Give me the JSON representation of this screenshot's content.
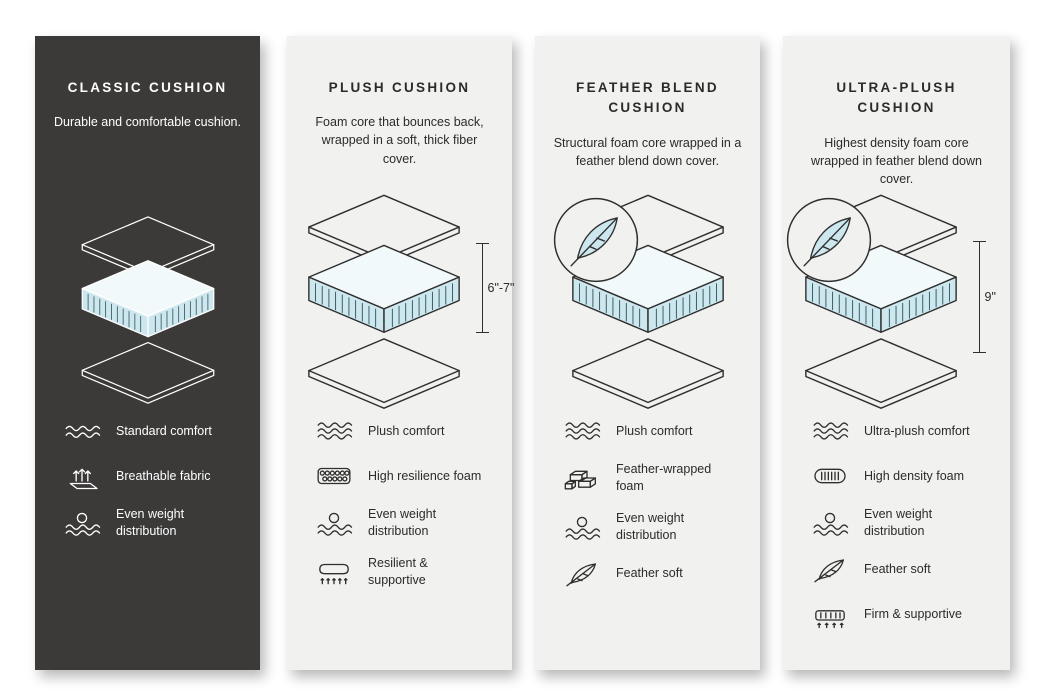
{
  "colors": {
    "dark_panel": "#3b3a39",
    "light_panel": "#f1f1ef",
    "foam_blue": "#cde7ee",
    "outline_dark": "#2f2f2f",
    "outline_light": "#ffffff"
  },
  "columns": [
    {
      "title": "CLASSIC CUSHION",
      "description": "Durable and comfortable cushion.",
      "diagram": {
        "type": "cushion-exploded-view",
        "feather_badge": false,
        "measurement": ""
      },
      "features": [
        {
          "icon": "waves-icon",
          "label": "Standard comfort"
        },
        {
          "icon": "breathable-fabric-icon",
          "label": "Breathable fabric"
        },
        {
          "icon": "even-weight-icon",
          "label": "Even weight distribution"
        }
      ]
    },
    {
      "title": "PLUSH CUSHION",
      "description": "Foam core that bounces back, wrapped in a soft, thick fiber cover.",
      "diagram": {
        "type": "cushion-exploded-view",
        "feather_badge": false,
        "measurement": "6\"-7\""
      },
      "features": [
        {
          "icon": "waves-icon",
          "label": "Plush comfort"
        },
        {
          "icon": "foam-bubbles-icon",
          "label": "High resilience foam"
        },
        {
          "icon": "even-weight-icon",
          "label": "Even weight distribution"
        },
        {
          "icon": "resilient-springs-icon",
          "label": "Resilient & supportive"
        }
      ]
    },
    {
      "title": "FEATHER BLEND CUSHION",
      "description": "Structural foam core wrapped in a feather blend down cover.",
      "diagram": {
        "type": "cushion-exploded-view",
        "feather_badge": true,
        "badge_icon": "feather-circle-icon",
        "measurement": ""
      },
      "features": [
        {
          "icon": "waves-icon",
          "label": "Plush comfort"
        },
        {
          "icon": "foam-blocks-icon",
          "label": "Feather-wrapped foam"
        },
        {
          "icon": "even-weight-icon",
          "label": "Even weight distribution"
        },
        {
          "icon": "feather-icon",
          "label": "Feather soft"
        }
      ]
    },
    {
      "title": "ULTRA-PLUSH CUSHION",
      "description": "Highest density foam core wrapped in feather blend down cover.",
      "diagram": {
        "type": "cushion-exploded-view",
        "feather_badge": true,
        "badge_icon": "feather-circle-icon",
        "measurement": "9\""
      },
      "features": [
        {
          "icon": "waves-icon",
          "label": "Ultra-plush comfort"
        },
        {
          "icon": "high-density-foam-icon",
          "label": "High density foam"
        },
        {
          "icon": "even-weight-icon",
          "label": "Even weight distribution"
        },
        {
          "icon": "feather-icon",
          "label": "Feather soft"
        },
        {
          "icon": "firm-supportive-icon",
          "label": "Firm & supportive"
        }
      ]
    }
  ]
}
